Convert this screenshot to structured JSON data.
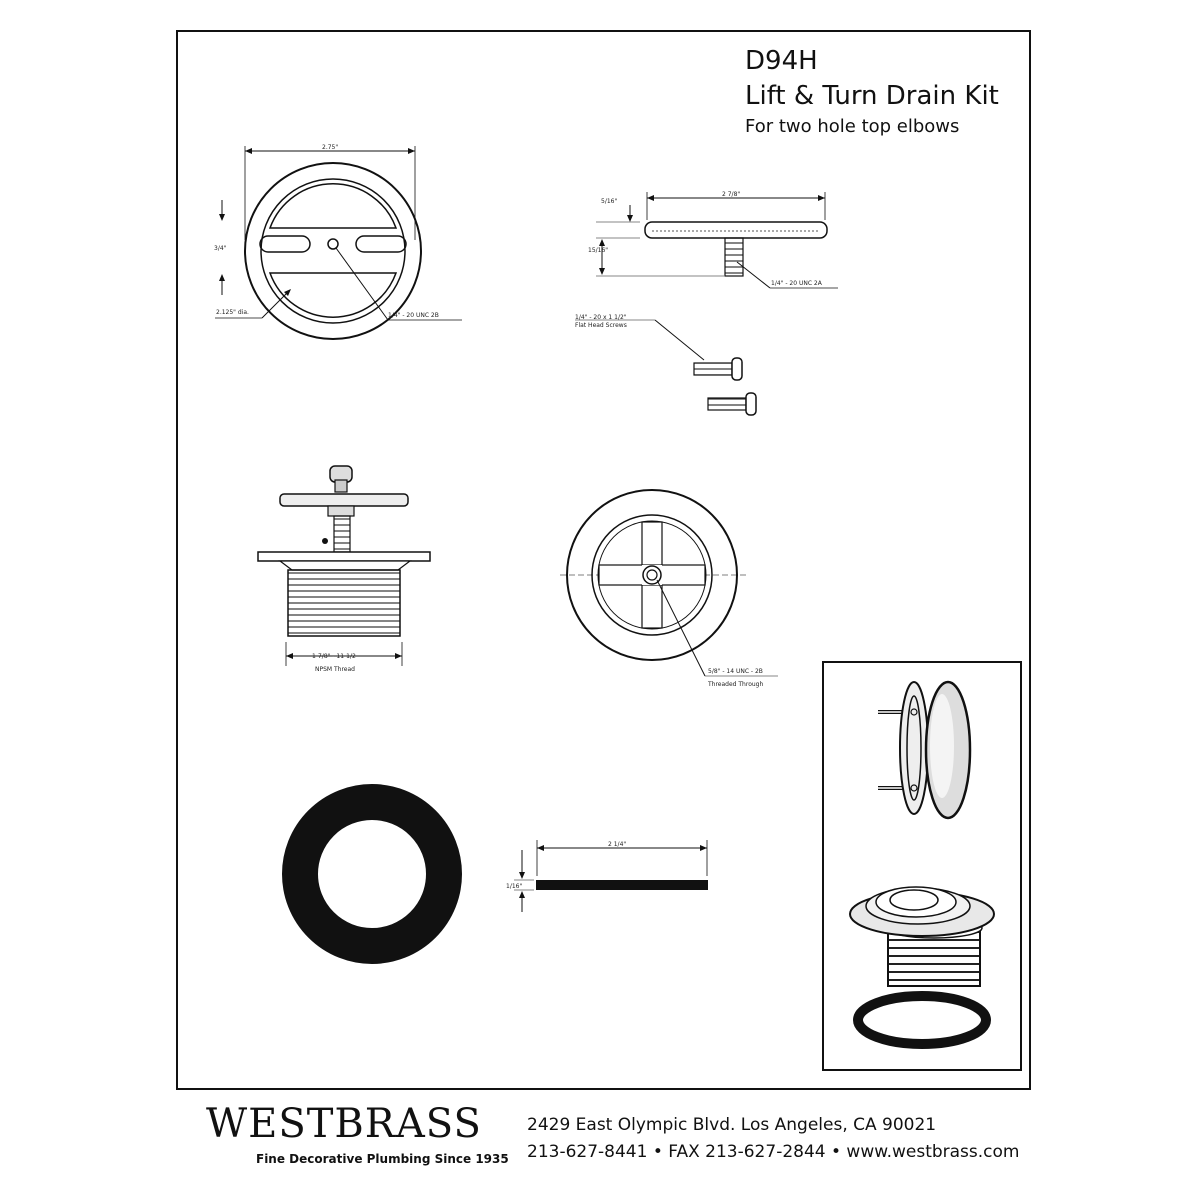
{
  "header": {
    "model": "D94H",
    "title": "Lift & Turn Drain Kit",
    "subtitle": "For two hole top elbows"
  },
  "dimensions": {
    "cover_width": "2.75\"",
    "cover_slot": "3/4\"",
    "cover_dia": "2.125\" dia.",
    "cover_thread": "1/4\" - 20 UNC 2B",
    "stopper_width": "2 7/8\"",
    "stopper_height": "5/16\"",
    "stopper_stem": "15/16\"",
    "stopper_thread": "1/4\" - 20 UNC 2A",
    "screws_label_1": "1/4\" - 20 x 1 1/2\"",
    "screws_label_2": "Flat Head Screws",
    "body_thread_1": "1-7/8\" - 11-1/2",
    "body_thread_2": "NPSM Thread",
    "flange_thread_1": "5/8\" - 14 UNC - 2B",
    "flange_thread_2": "Threaded Through",
    "gasket_width": "2 1/4\"",
    "gasket_thickness": "1/16\""
  },
  "footer": {
    "brand": "WESTBRASS",
    "tagline": "Fine Decorative Plumbing Since 1935",
    "address": "2429 East Olympic Blvd. Los Angeles, CA  90021",
    "contact": "213-627-8441 • FAX 213-627-2844 • www.westbrass.com"
  }
}
